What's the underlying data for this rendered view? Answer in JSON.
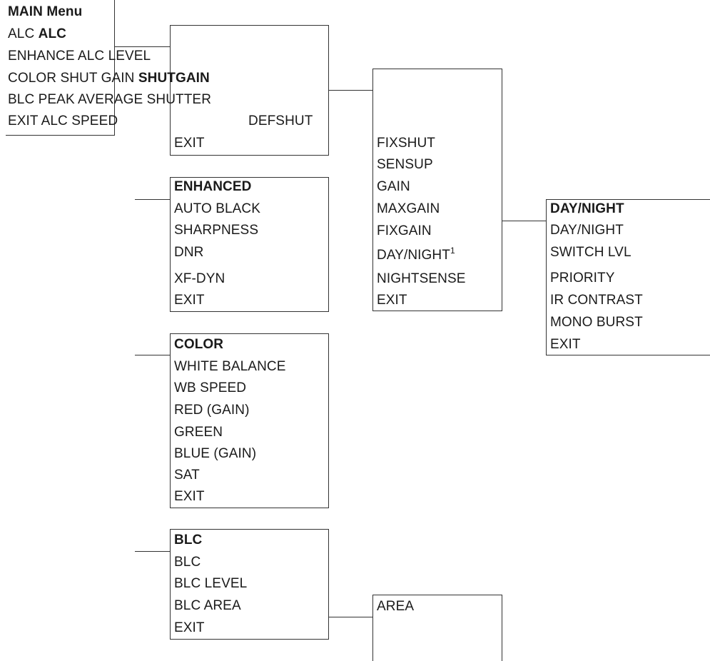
{
  "main_menu": {
    "title": "MAIN Menu",
    "rows": [
      {
        "a": "ALC",
        "b": "ALC"
      },
      {
        "a": "ENHANCE ALC LEVEL"
      },
      {
        "a": "COLOR SHUT GAIN",
        "b": "SHUTGAIN"
      },
      {
        "a": "BLC PEAK AVERAGE SHUTTER"
      },
      {
        "a": "EXIT ALC SPEED"
      }
    ],
    "defshut": "DEFSHUT",
    "exit": "EXIT"
  },
  "shutgain": {
    "items": [
      "FIXSHUT",
      "SENSUP",
      "GAIN",
      "MAXGAIN",
      "FIXGAIN"
    ],
    "daynight": "DAY/NIGHT",
    "daynight_note": "1",
    "items2": [
      "NIGHTSENSE",
      "EXIT"
    ]
  },
  "daynight": {
    "title": "DAY/NIGHT",
    "items": [
      "DAY/NIGHT",
      "SWITCH LVL",
      "PRIORITY",
      "IR CONTRAST",
      "MONO BURST",
      "EXIT"
    ]
  },
  "enhanced": {
    "title": "ENHANCED",
    "items": [
      "AUTO BLACK",
      "SHARPNESS",
      "DNR",
      "XF-DYN",
      "EXIT"
    ]
  },
  "color": {
    "title": "COLOR",
    "items": [
      "WHITE BALANCE",
      "WB SPEED",
      "RED (GAIN)",
      "GREEN",
      "BLUE (GAIN)",
      "SAT",
      "EXIT"
    ]
  },
  "blc": {
    "title": "BLC",
    "items": [
      "BLC",
      "BLC LEVEL",
      "BLC AREA",
      "EXIT"
    ]
  },
  "area": {
    "items": [
      "AREA"
    ]
  }
}
